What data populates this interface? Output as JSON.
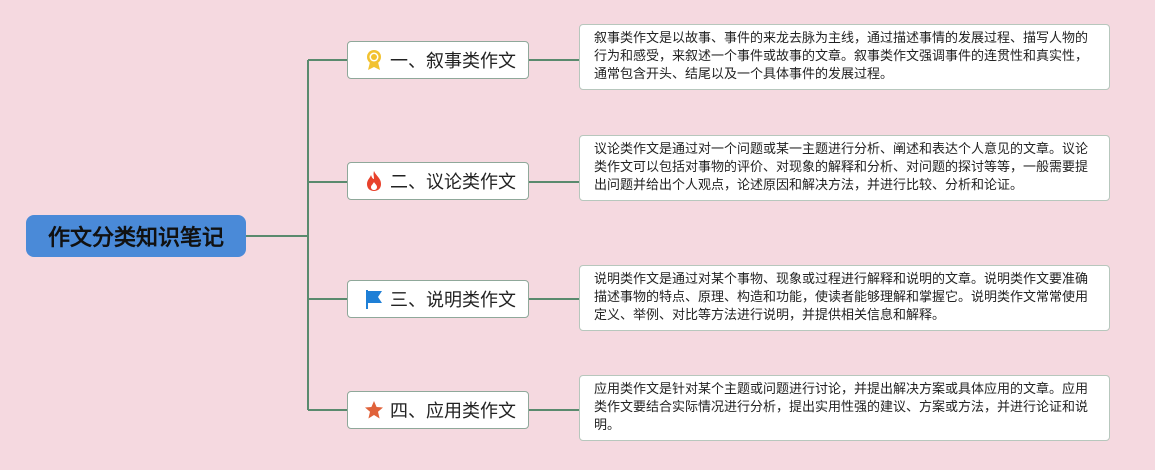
{
  "root": {
    "title": "作文分类知识笔记"
  },
  "branches": [
    {
      "label": "一、叙事类作文",
      "icon": "award-ribbon-icon",
      "icon_color": "#f2c230",
      "description": "叙事类作文是以故事、事件的来龙去脉为主线，通过描述事情的发展过程、描写人物的行为和感受，来叙述一个事件或故事的文章。叙事类作文强调事件的连贯性和真实性，通常包含开头、结尾以及一个具体事件的发展过程。"
    },
    {
      "label": "二、议论类作文",
      "icon": "fire-icon",
      "icon_color": "#e8412b",
      "description": "议论类作文是通过对一个问题或某一主题进行分析、阐述和表达个人意见的文章。议论类作文可以包括对事物的评价、对现象的解释和分析、对问题的探讨等等，一般需要提出问题并给出个人观点，论述原因和解决方法，并进行比较、分析和论证。"
    },
    {
      "label": "三、说明类作文",
      "icon": "flag-icon",
      "icon_color": "#1e7fd6",
      "description": "说明类作文是通过对某个事物、现象或过程进行解释和说明的文章。说明类作文要准确描述事物的特点、原理、构造和功能，使读者能够理解和掌握它。说明类作文常常使用定义、举例、对比等方法进行说明，并提供相关信息和解释。"
    },
    {
      "label": "四、应用类作文",
      "icon": "star-icon",
      "icon_color": "#e0623a",
      "description": "应用类作文是针对某个主题或问题进行讨论，并提出解决方案或具体应用的文章。应用类作文要结合实际情况进行分析，提出实用性强的建议、方案或方法，并进行论证和说明。"
    }
  ],
  "colors": {
    "background": "#f5d9e0",
    "root_fill": "#4a8ad8",
    "connector": "#5a8a6e"
  }
}
